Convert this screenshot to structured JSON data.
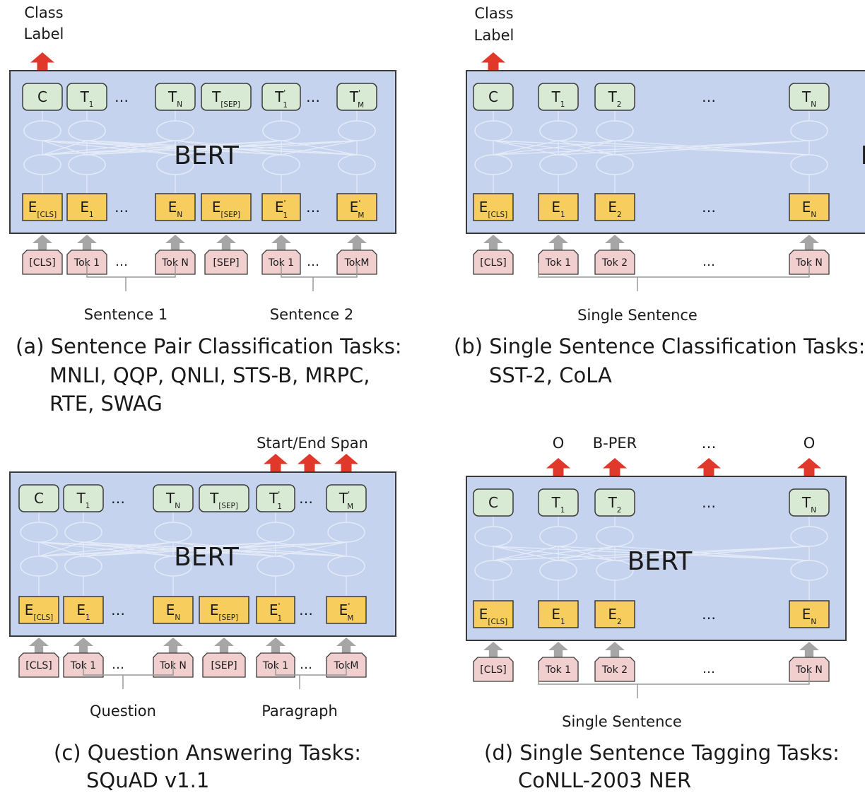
{
  "colors": {
    "bert_fill": "#c5d3ee",
    "bert_stroke": "#3a3a3a",
    "output_fill": "#d8ead3",
    "embed_fill": "#f7cd5e",
    "token_fill": "#f1cfcf",
    "arrow_red": "#e0392b",
    "arrow_gray": "#a6a6a6",
    "bracket": "#9a9a9a",
    "text": "#1a1a1a"
  },
  "panels": [
    {
      "id": "a",
      "bert_label": "BERT",
      "top_label_lines": [
        "Class",
        "Label"
      ],
      "top_labels": [],
      "outputs": [
        {
          "main": "C"
        },
        {
          "main": "T",
          "sub": "1"
        },
        {
          "main": "…"
        },
        {
          "main": "T",
          "sub": "N"
        },
        {
          "main": "T",
          "sub": "[SEP]"
        },
        {
          "main": "T",
          "sup": "'",
          "sub": "1"
        },
        {
          "main": "…"
        },
        {
          "main": "T",
          "sup": "'",
          "sub": "M"
        }
      ],
      "embeddings": [
        {
          "main": "E",
          "sub": "[CLS]"
        },
        {
          "main": "E",
          "sub": "1"
        },
        {
          "main": "…"
        },
        {
          "main": "E",
          "sub": "N"
        },
        {
          "main": "E",
          "sub": "[SEP]"
        },
        {
          "main": "E",
          "sup": "'",
          "sub": "1"
        },
        {
          "main": "…"
        },
        {
          "main": "E",
          "sup": "'",
          "sub": "M"
        }
      ],
      "tokens": [
        "[CLS]",
        "Tok 1",
        "…",
        "Tok N",
        "[SEP]",
        "Tok 1",
        "…",
        "TokM"
      ],
      "groups": [
        "Sentence 1",
        "Sentence 2"
      ],
      "caption": [
        "(a) Sentence Pair Classification Tasks:",
        "MNLI, QQP, QNLI, STS-B, MRPC,",
        "RTE, SWAG"
      ]
    },
    {
      "id": "b",
      "bert_label": "BERT",
      "top_label_lines": [
        "Class",
        "Label"
      ],
      "top_labels": [],
      "outputs": [
        {
          "main": "C"
        },
        {
          "main": "T",
          "sub": "1"
        },
        {
          "main": "T",
          "sub": "2"
        },
        {
          "main": "…"
        },
        {
          "main": "T",
          "sub": "N"
        }
      ],
      "embeddings": [
        {
          "main": "E",
          "sub": "[CLS]"
        },
        {
          "main": "E",
          "sub": "1"
        },
        {
          "main": "E",
          "sub": "2"
        },
        {
          "main": "…"
        },
        {
          "main": "E",
          "sub": "N"
        }
      ],
      "tokens": [
        "[CLS]",
        "Tok 1",
        "Tok 2",
        "…",
        "Tok N"
      ],
      "groups": [
        "Single Sentence"
      ],
      "caption": [
        "(b) Single Sentence Classification Tasks:",
        "SST-2, CoLA"
      ]
    },
    {
      "id": "c",
      "bert_label": "BERT",
      "top_label_lines": [
        "Start/End Span"
      ],
      "top_labels": [],
      "outputs": [
        {
          "main": "C"
        },
        {
          "main": "T",
          "sub": "1"
        },
        {
          "main": "…"
        },
        {
          "main": "T",
          "sub": "N"
        },
        {
          "main": "T",
          "sub": "[SEP]"
        },
        {
          "main": "T",
          "sup": "'",
          "sub": "1"
        },
        {
          "main": "…"
        },
        {
          "main": "T",
          "sup": "'",
          "sub": "M"
        }
      ],
      "embeddings": [
        {
          "main": "E",
          "sub": "[CLS]"
        },
        {
          "main": "E",
          "sub": "1"
        },
        {
          "main": "…"
        },
        {
          "main": "E",
          "sub": "N"
        },
        {
          "main": "E",
          "sub": "[SEP]"
        },
        {
          "main": "E",
          "sup": "'",
          "sub": "1"
        },
        {
          "main": "…"
        },
        {
          "main": "E",
          "sup": "'",
          "sub": "M"
        }
      ],
      "tokens": [
        "[CLS]",
        "Tok 1",
        "…",
        "Tok N",
        "[SEP]",
        "Tok 1",
        "…",
        "TokM"
      ],
      "groups": [
        "Question",
        "Paragraph"
      ],
      "caption": [
        "(c) Question Answering Tasks:",
        "SQuAD v1.1"
      ]
    },
    {
      "id": "d",
      "bert_label": "BERT",
      "top_label_lines": [],
      "top_labels": [
        "O",
        "B-PER",
        "…",
        "O"
      ],
      "outputs": [
        {
          "main": "C"
        },
        {
          "main": "T",
          "sub": "1"
        },
        {
          "main": "T",
          "sub": "2"
        },
        {
          "main": "…"
        },
        {
          "main": "T",
          "sub": "N"
        }
      ],
      "embeddings": [
        {
          "main": "E",
          "sub": "[CLS]"
        },
        {
          "main": "E",
          "sub": "1"
        },
        {
          "main": "E",
          "sub": "2"
        },
        {
          "main": "…"
        },
        {
          "main": "E",
          "sub": "N"
        }
      ],
      "tokens": [
        "[CLS]",
        "Tok 1",
        "Tok 2",
        "…",
        "Tok N"
      ],
      "groups": [
        "Single Sentence"
      ],
      "caption": [
        "(d) Single Sentence Tagging Tasks:",
        "CoNLL-2003 NER"
      ]
    }
  ]
}
